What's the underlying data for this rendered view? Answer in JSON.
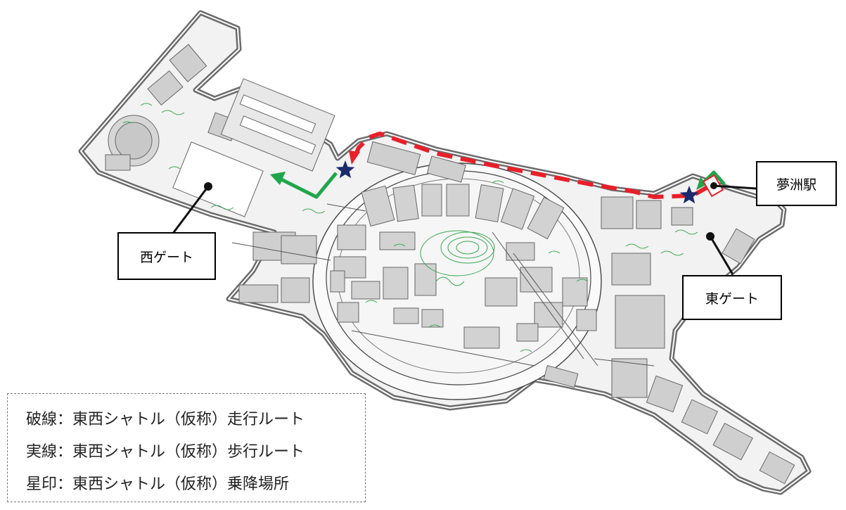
{
  "labels": {
    "west_gate": "西ゲート",
    "east_gate": "東ゲート",
    "station": "夢洲駅"
  },
  "legend": {
    "dashed": "破線：東西シャトル（仮称）走行ルート",
    "solid": "実線：東西シャトル（仮称）歩行ルート",
    "star": "星印：東西シャトル（仮称）乗降場所"
  },
  "colors": {
    "drive_route": "#e8202a",
    "walk_route": "#1fa64a",
    "stop_star": "#1b2a6b",
    "building": "#cfcfcf",
    "greenery": "#3aa655",
    "outline": "#555555"
  },
  "icons": {
    "stop": "star-icon",
    "gate_marker": "dot-icon",
    "direction": "arrow-icon"
  }
}
